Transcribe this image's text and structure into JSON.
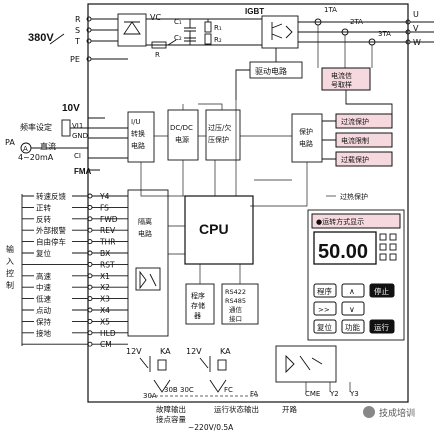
{
  "power": {
    "voltage": "380V",
    "input_terminals": [
      "R",
      "S",
      "T",
      "PE"
    ],
    "output_terminals": [
      "U",
      "V",
      "W"
    ],
    "vc_label": "VC",
    "cap1": "C₁",
    "cap2": "C₂",
    "res1": "R₁",
    "res2": "R₂",
    "r_label": "R",
    "igbt_label": "IGBT",
    "ta_labels": [
      "1TA",
      "2TA",
      "3TA"
    ]
  },
  "blocks": {
    "drive": "驱动电路",
    "current_signal": [
      "电流信",
      "号取样"
    ],
    "iu": [
      "I/U",
      "转换",
      "电路"
    ],
    "dcdc": [
      "DC/DC",
      "电源"
    ],
    "overvoltage": [
      "过压/欠",
      "压保护"
    ],
    "protection": [
      "保护",
      "电路"
    ],
    "overcurrent": "过流保护",
    "current_limit": "电流限制",
    "overload": "过载保护",
    "overheat": "过热保护",
    "cpu": "CPU",
    "isolation": [
      "隔离",
      "电路"
    ],
    "program": [
      "程序",
      "存储",
      "器"
    ],
    "comm": [
      "RS422",
      "RS485",
      "通信",
      "接口"
    ]
  },
  "analog": {
    "v10": "10V",
    "freq_label": "频率设定",
    "vi1": "VI1",
    "gnd": "GND",
    "pa": "PA",
    "dc_label": "直流",
    "current_range": "4~20mA",
    "ci": "CI",
    "fma": "FMA"
  },
  "inputs": {
    "terminals": [
      "Y4",
      "FS",
      "FWD",
      "REV",
      "THR",
      "BX",
      "RST",
      "X1",
      "X2",
      "X3",
      "X4",
      "X5",
      "HLD",
      "CM"
    ],
    "labels": [
      "转速反馈",
      "正转",
      "反转",
      "外部报警",
      "自由停车",
      "复位",
      "",
      "高速",
      "中速",
      "低速",
      "点动",
      "保持",
      "接地"
    ],
    "group_title": [
      "输",
      "入",
      "控",
      "制"
    ]
  },
  "outputs": {
    "v12a": "12V",
    "ka1": "KA",
    "v12b": "12V",
    "ka2": "KA",
    "relay_terms": [
      "30A",
      "30B",
      "30C"
    ],
    "fc": "FC",
    "fa": "FA",
    "cme_terms": [
      "CME",
      "Y2",
      "Y3"
    ],
    "fault_out": "故障输出",
    "relay_contact": "接点容量",
    "run_status": "运行状态输出",
    "rating": "~220V/0.5A",
    "open_collector": "开路"
  },
  "keypad": {
    "mode_label": "●运转方式显示",
    "display_value": "50.00",
    "btn_program": "程序",
    "btn_stop": "停止",
    "btn_reset": "复位",
    "btn_function": "功能",
    "btn_run": "运行",
    "arrow_up": "∧",
    "arrow_down": "∨",
    "arrow_shift": ">>"
  },
  "watermark": "技成培训"
}
